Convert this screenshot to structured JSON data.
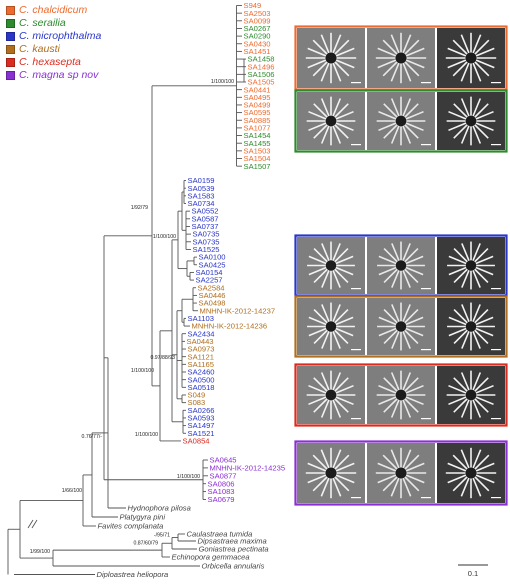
{
  "colors": {
    "chalcidicum": "#ee6b2f",
    "seraila": "#2d8a2d",
    "microphthalma": "#2a36c9",
    "kausti": "#b06e1e",
    "hexasepta": "#dc2b1f",
    "magna": "#8a2fd2",
    "outgroup": "#444444",
    "branch": "#555555"
  },
  "legend": [
    {
      "label": "C. chalcidicum",
      "color": "#ee6b2f"
    },
    {
      "label": "C. serailia",
      "color": "#2d8a2d"
    },
    {
      "label": "C. microphthalma",
      "color": "#2a36c9"
    },
    {
      "label": "C. kausti",
      "color": "#b06e1e"
    },
    {
      "label": "C. hexasepta",
      "color": "#dc2b1f"
    },
    {
      "label": "C. magna sp nov",
      "color": "#8a2fd2"
    }
  ],
  "tips_chalc_ser": [
    {
      "label": "S949",
      "sp": "chalcidicum"
    },
    {
      "label": "SA2503",
      "sp": "chalcidicum"
    },
    {
      "label": "SA0099",
      "sp": "chalcidicum"
    },
    {
      "label": "SA0267",
      "sp": "seraila"
    },
    {
      "label": "SA0290",
      "sp": "seraila"
    },
    {
      "label": "SA0430",
      "sp": "chalcidicum"
    },
    {
      "label": "SA1451",
      "sp": "chalcidicum"
    },
    {
      "label": "SA1458",
      "sp": "seraila"
    },
    {
      "label": "SA1496",
      "sp": "chalcidicum"
    },
    {
      "label": "SA1506",
      "sp": "seraila"
    },
    {
      "label": "SA1505",
      "sp": "chalcidicum"
    },
    {
      "label": "SA0441",
      "sp": "chalcidicum"
    },
    {
      "label": "SA0495",
      "sp": "chalcidicum"
    },
    {
      "label": "SA0499",
      "sp": "chalcidicum"
    },
    {
      "label": "SA0595",
      "sp": "chalcidicum"
    },
    {
      "label": "SA0885",
      "sp": "chalcidicum"
    },
    {
      "label": "SA1077",
      "sp": "chalcidicum"
    },
    {
      "label": "SA1454",
      "sp": "seraila"
    },
    {
      "label": "SA1455",
      "sp": "seraila"
    },
    {
      "label": "SA1503",
      "sp": "chalcidicum"
    },
    {
      "label": "SA1504",
      "sp": "chalcidicum"
    },
    {
      "label": "SA1507",
      "sp": "seraila"
    }
  ],
  "tips_mid": [
    {
      "label": "SA0159",
      "sp": "microphthalma"
    },
    {
      "label": "SA0539",
      "sp": "microphthalma"
    },
    {
      "label": "SA1583",
      "sp": "microphthalma"
    },
    {
      "label": "SA0734",
      "sp": "microphthalma"
    },
    {
      "label": "SA0552",
      "sp": "microphthalma"
    },
    {
      "label": "SA0587",
      "sp": "microphthalma"
    },
    {
      "label": "SA0737",
      "sp": "microphthalma"
    },
    {
      "label": "SA0735",
      "sp": "microphthalma"
    },
    {
      "label": "SA0735",
      "sp": "microphthalma"
    },
    {
      "label": "SA1525",
      "sp": "microphthalma"
    },
    {
      "label": "SA0100",
      "sp": "microphthalma"
    },
    {
      "label": "SA0425",
      "sp": "microphthalma"
    },
    {
      "label": "SA0154",
      "sp": "microphthalma"
    },
    {
      "label": "SA2257",
      "sp": "microphthalma"
    },
    {
      "label": "SA2584",
      "sp": "kausti"
    },
    {
      "label": "SA0446",
      "sp": "kausti"
    },
    {
      "label": "SA0498",
      "sp": "kausti"
    },
    {
      "label": "MNHN-IK-2012-14237",
      "sp": "kausti"
    },
    {
      "label": "SA1103",
      "sp": "microphthalma"
    },
    {
      "label": "MNHN-IK-2012-14236",
      "sp": "kausti"
    },
    {
      "label": "SA2434",
      "sp": "microphthalma"
    },
    {
      "label": "SA0443",
      "sp": "kausti"
    },
    {
      "label": "SA0973",
      "sp": "kausti"
    },
    {
      "label": "SA1121",
      "sp": "kausti"
    },
    {
      "label": "SA1165",
      "sp": "kausti"
    },
    {
      "label": "SA2460",
      "sp": "microphthalma"
    },
    {
      "label": "SA0500",
      "sp": "microphthalma"
    },
    {
      "label": "SA0518",
      "sp": "microphthalma"
    },
    {
      "label": "S049",
      "sp": "kausti"
    },
    {
      "label": "S083",
      "sp": "kausti"
    },
    {
      "label": "SA0266",
      "sp": "microphthalma"
    },
    {
      "label": "SA0593",
      "sp": "microphthalma"
    },
    {
      "label": "SA1497",
      "sp": "microphthalma"
    },
    {
      "label": "SA1521",
      "sp": "microphthalma"
    },
    {
      "label": "SA0854",
      "sp": "hexasepta"
    }
  ],
  "tips_magna": [
    {
      "label": "SA0645",
      "sp": "magna"
    },
    {
      "label": "MNHN-IK-2012-14235",
      "sp": "magna"
    },
    {
      "label": "SA0877",
      "sp": "magna"
    },
    {
      "label": "SA0806",
      "sp": "magna"
    },
    {
      "label": "SA1083",
      "sp": "magna"
    },
    {
      "label": "SA0679",
      "sp": "magna"
    }
  ],
  "outgroups": [
    "Hydnophora pilosa",
    "Platygyra pini",
    "Favites complanata",
    "Caulastraea tumida",
    "Dipsastraea maxima",
    "Goniastrea pectinata",
    "Echinopora gemmacea",
    "Orbicella annularis",
    "Diploastrea heliopora"
  ],
  "supports": {
    "chalc": "1/100/100",
    "big": "1/92/79",
    "micro": "1/100/100",
    "mid": "0.97/88/93",
    "mainA": "1/100/100",
    "hexa": "1/100/100",
    "magna": "1/100/100",
    "ing": "0.76/77/-",
    "merul": "1/66/100",
    "s1": "-/95/71",
    "s2": "0.87/60/79",
    "s3": "1/99/100"
  },
  "scale_label": "0.1"
}
